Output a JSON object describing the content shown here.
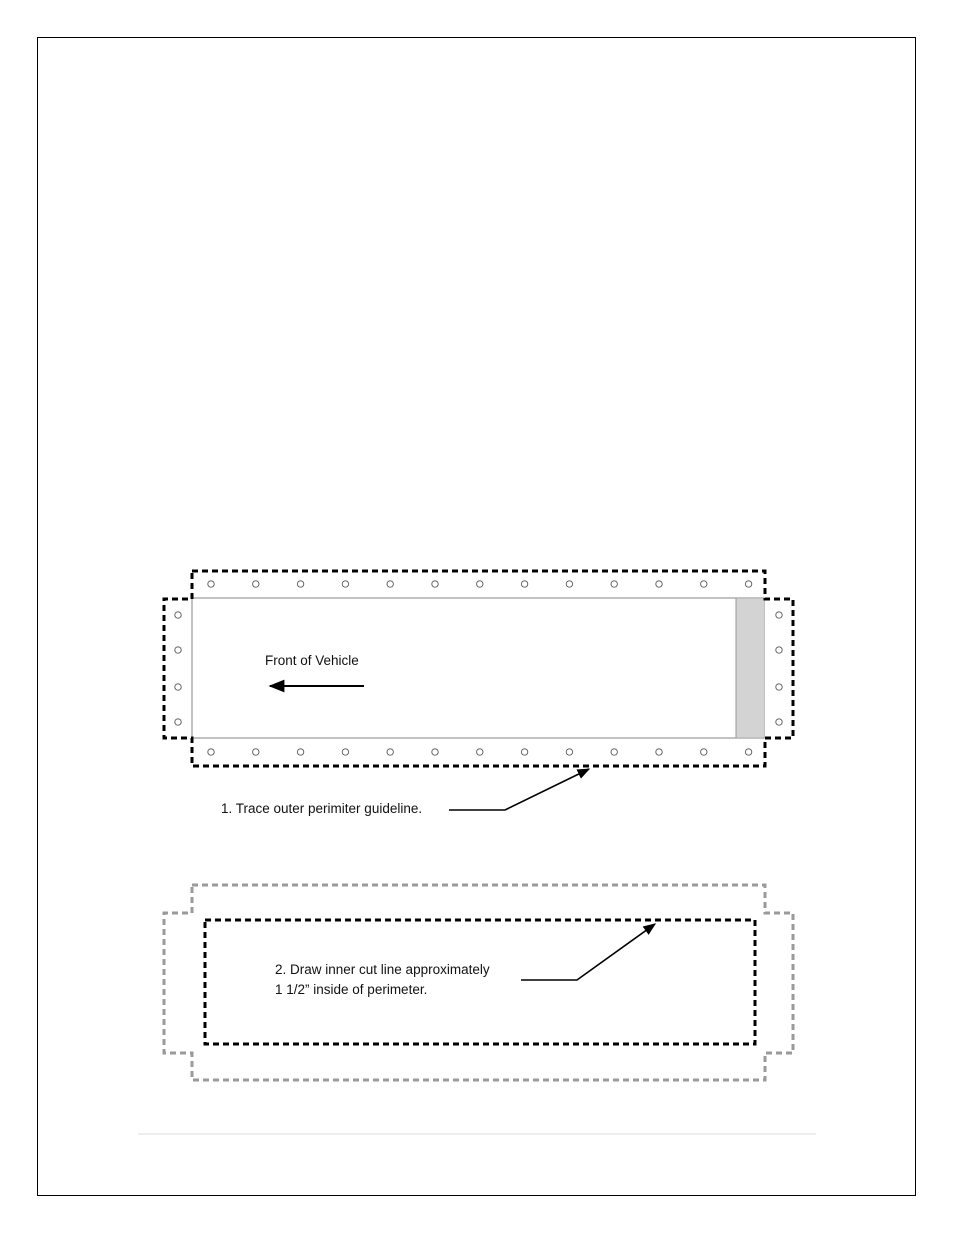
{
  "diagram": {
    "step1": {
      "front_label": "Front of Vehicle",
      "instruction": "1. Trace outer perimiter guideline."
    },
    "step2": {
      "instruction_line1": "2. Draw inner cut line approximately",
      "instruction_line2": "1 1/2” inside of perimeter."
    }
  },
  "colors": {
    "frame": "#000000",
    "guideline_dark": "#000000",
    "guideline_gray": "#9a9a9a",
    "panel_edge": "#9a9a9a",
    "end_strip": "#d3d3d3",
    "separator": "#dddddd"
  },
  "icons": [
    "arrow-left-icon",
    "leader-arrow-icon",
    "hole-icon"
  ]
}
